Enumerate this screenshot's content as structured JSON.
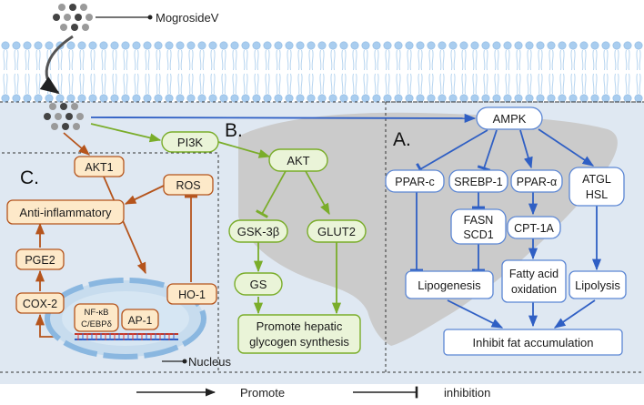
{
  "compound": "MogrosideV",
  "sections": {
    "a": "A.",
    "b": "B.",
    "c": "C."
  },
  "a": {
    "ampk": "AMPK",
    "pparc": "PPAR-c",
    "srebp1": "SREBP-1",
    "ppara": "PPAR-α",
    "atgl": "ATGL",
    "hsl": "HSL",
    "fasn": "FASN",
    "scd1": "SCD1",
    "cpt1a": "CPT-1A",
    "lipogenesis": "Lipogenesis",
    "fao1": "Fatty acid",
    "fao2": "oxidation",
    "lipolysis": "Lipolysis",
    "inhibit": "Inhibit fat accumulation"
  },
  "b": {
    "pi3k": "PI3K",
    "akt": "AKT",
    "gsk3b": "GSK-3β",
    "glut2": "GLUT2",
    "gs": "GS",
    "glyco1": "Promote hepatic",
    "glyco2": "glycogen synthesis"
  },
  "c": {
    "akt1": "AKT1",
    "ros": "ROS",
    "anti": "Anti-inflammatory",
    "pge2": "PGE2",
    "cox2": "COX-2",
    "ho1": "HO-1",
    "nfkb": "NF-κB",
    "cebp": "C/EBPδ",
    "ap1": "AP-1",
    "nucleus": "Nucleus"
  },
  "legend": {
    "promote": "Promote",
    "inhibition": "inhibition"
  },
  "colors": {
    "blue": "#2f5fc4",
    "green": "#7aad2a",
    "orange": "#b5541c",
    "cell": "#dfe8f2",
    "liver": "#cfcfcf"
  }
}
